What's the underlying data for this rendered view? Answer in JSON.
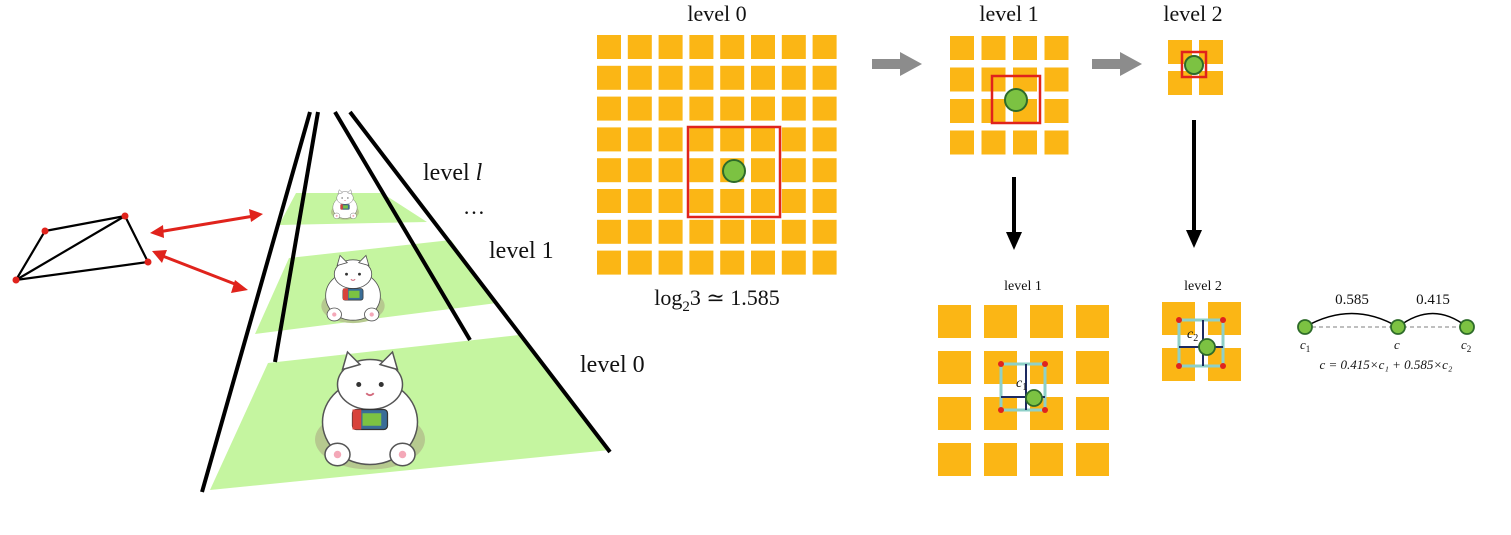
{
  "pyramid": {
    "labels": {
      "level_l_prefix": "level ",
      "level_l_var": "l",
      "ellipsis": "…",
      "level_1": "level 1",
      "level_0": "level 0"
    }
  },
  "grids": {
    "level0": {
      "title": "level 0",
      "n": 8,
      "caption_pre": "log",
      "caption_sub": "2",
      "caption_post": "3 ≃ 1.585"
    },
    "level1": {
      "title": "level 1",
      "n": 4
    },
    "level2": {
      "title": "level 2",
      "n": 2
    }
  },
  "detail": {
    "level1": {
      "title": "level 1",
      "n": 4,
      "point": "c",
      "point_sub": "1"
    },
    "level2": {
      "title": "level 2",
      "n": 2,
      "point": "c",
      "point_sub": "2"
    }
  },
  "interp": {
    "w1": "0.585",
    "w2": "0.415",
    "c1": "c",
    "c1_sub": "1",
    "c": "c",
    "c2": "c",
    "c2_sub": "2",
    "formula": "c = 0.415×c₁ + 0.585×c₂"
  },
  "colors": {
    "tile": "#fbb615",
    "green_point": "#7cc242",
    "red_box": "#e0231c",
    "cyan_box": "#8ed0c8",
    "arrow_gray": "#8c8c8c",
    "plane": "#c5f5a0"
  },
  "icons": {
    "image": "cartoon-cat-holding-game-console"
  }
}
